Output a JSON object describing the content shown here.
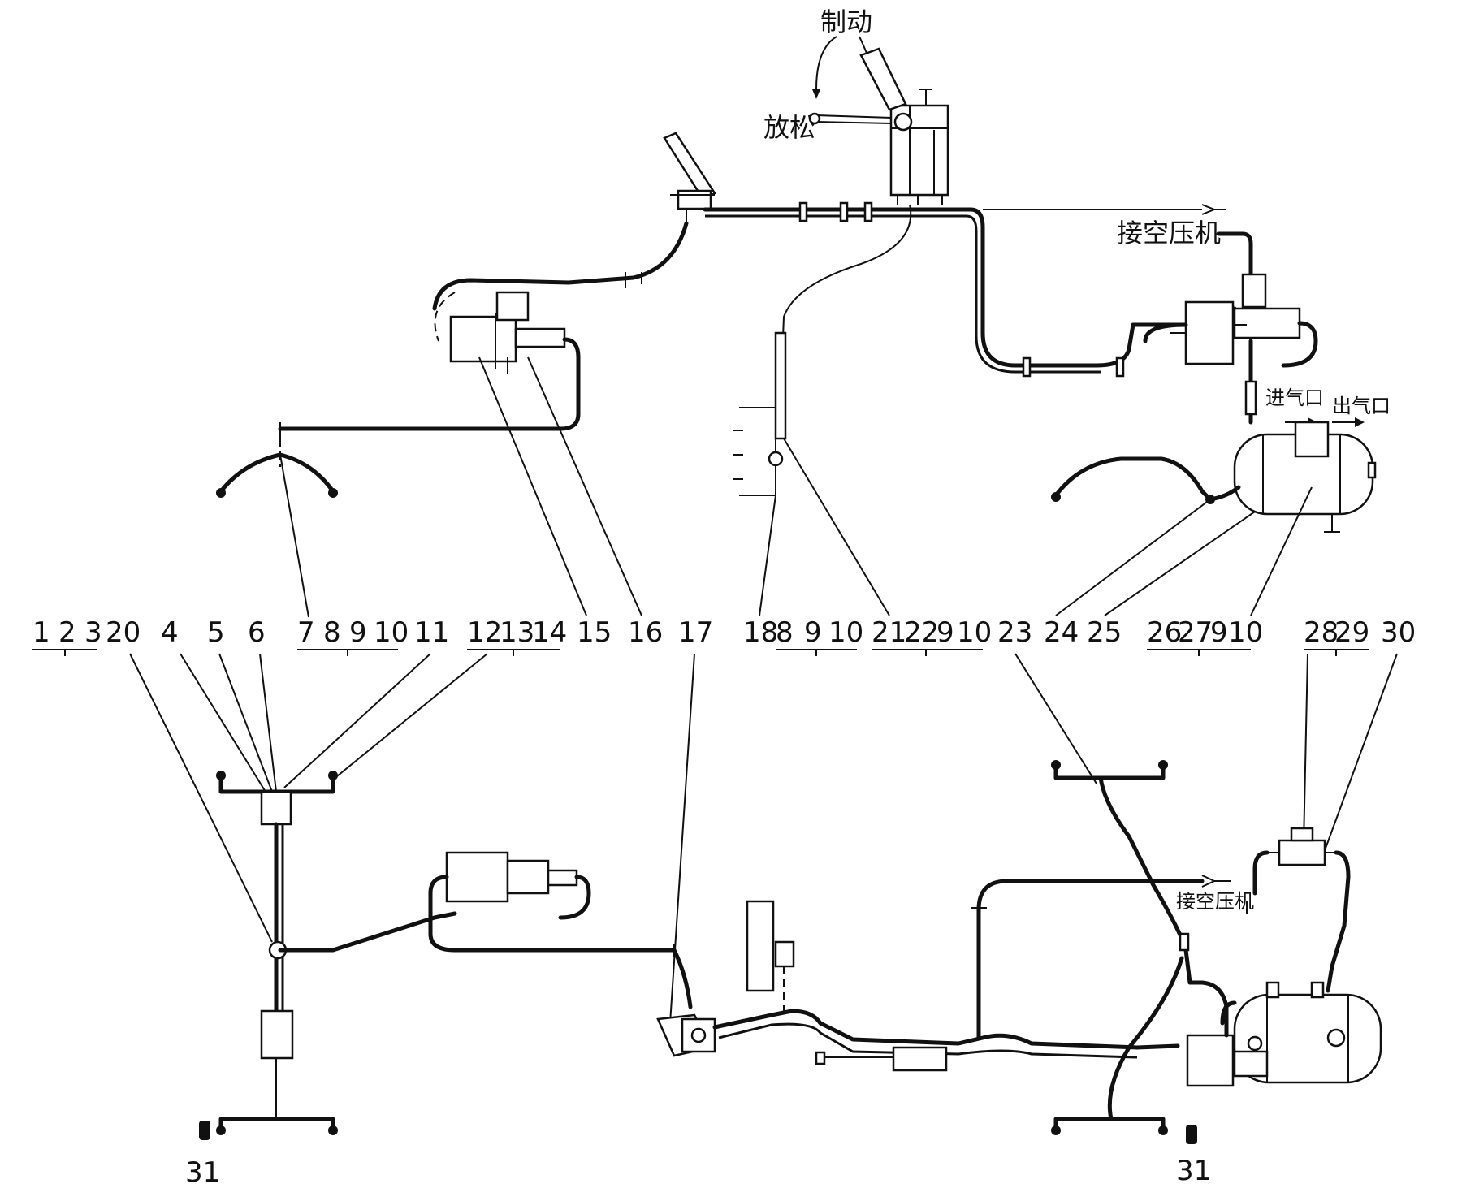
{
  "labels": {
    "brake": "制动",
    "release": "放松",
    "to_compressor_top": "接空压机",
    "to_compressor_bottom": "接空压机",
    "inlet": "进气口",
    "outlet": "出气口"
  },
  "callouts": [
    "1",
    "2",
    "3",
    "20",
    "4",
    "5",
    "6",
    "7",
    "8",
    "9",
    "10",
    "11",
    "12",
    "13",
    "14",
    "15",
    "16",
    "17",
    "18",
    "8",
    "9",
    "10",
    "21",
    "22",
    "9",
    "10",
    "23",
    "24",
    "25",
    "26",
    "27",
    "9",
    "10",
    "28",
    "29",
    "30"
  ],
  "bottom_callouts": [
    "31",
    "31"
  ]
}
